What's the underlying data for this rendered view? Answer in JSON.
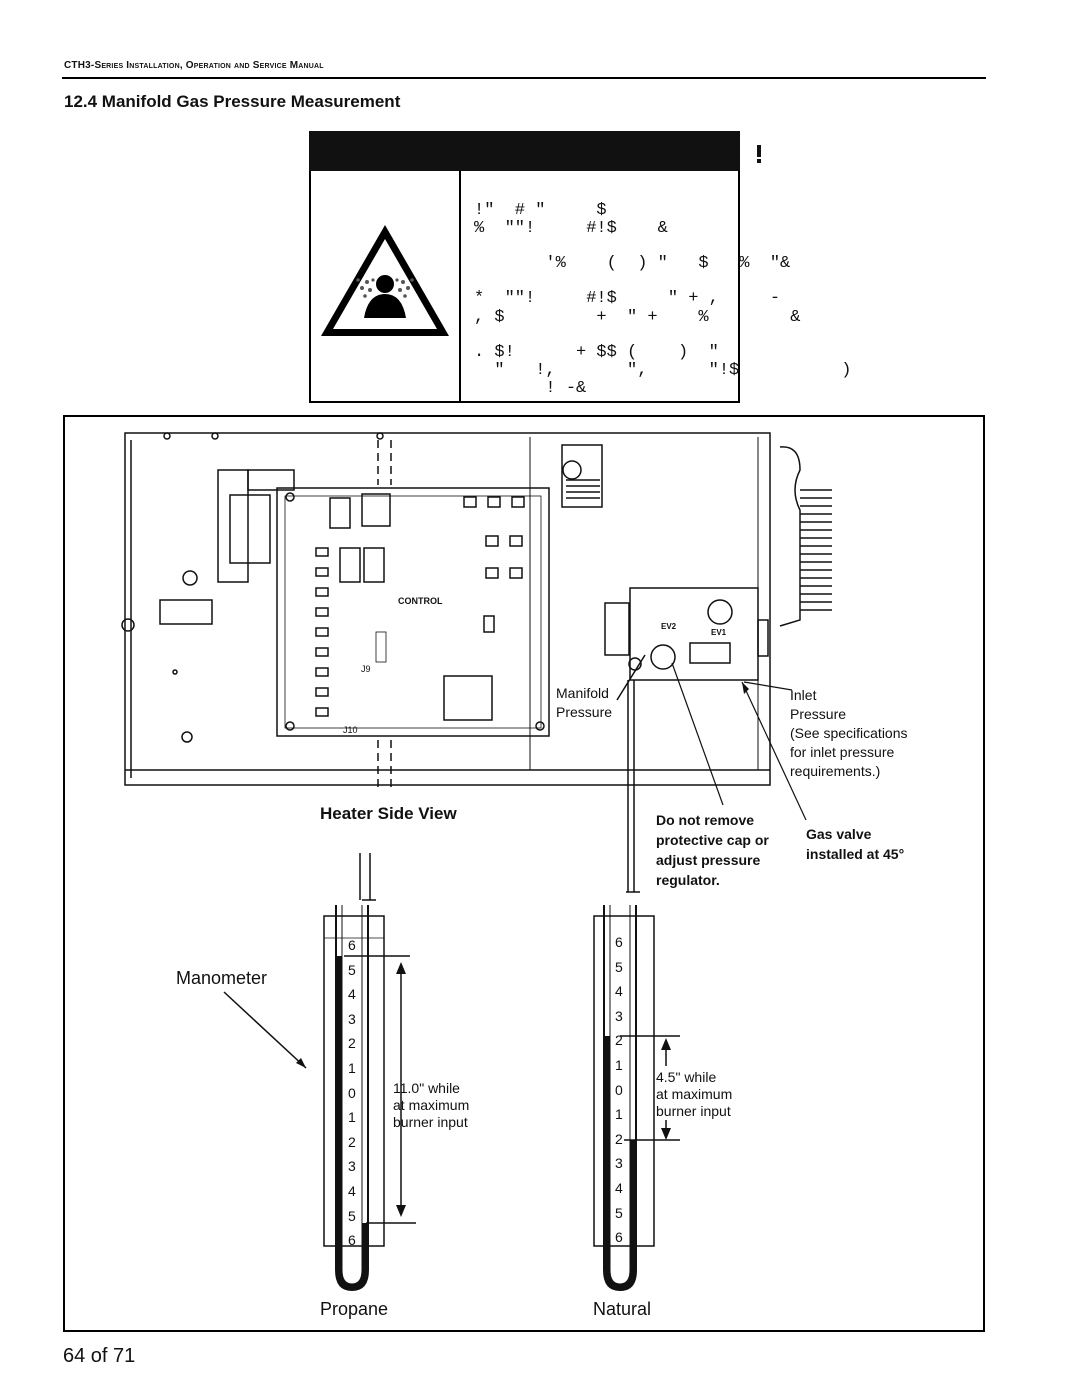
{
  "header": {
    "manual_title": "CTH3-Series Installation, Operation and Service Manual"
  },
  "section": {
    "title": "12.4 Manifold Gas Pressure Measurement"
  },
  "warning": {
    "icon": "warning-triangle-icon",
    "hazard_icon": "breathing-hazard-icon",
    "lines": [
      "!\"  # \"     $",
      "%  \"\"!     #!$    &",
      "       '%    (  ) \"   $   %  \"&",
      "*  \"\"!     #!$     \" + ,     -",
      ", $         +  \" +    %        &",
      ". $!      + $$ (    )  \"",
      "  \"   !,       \",      \"!$          )",
      "       ! -&"
    ]
  },
  "diagram": {
    "control_label": "CONTROL",
    "j9_label": "J9",
    "j10_label": "J10",
    "ev1_label": "EV1",
    "ev2_label": "EV2",
    "manifold_label_1": "Manifold",
    "manifold_label_2": "Pressure",
    "inlet_lines": [
      "Inlet",
      "Pressure",
      "(See specifications",
      "for inlet pressure",
      "requirements.)"
    ],
    "heater_side_view": "Heater Side View",
    "caution_lines": [
      "Do not remove",
      "protective cap or",
      "adjust pressure",
      "regulator."
    ],
    "gas_valve_lines": [
      "Gas valve",
      "installed at 45°"
    ],
    "manometer_label": "Manometer",
    "propane_label": "Propane",
    "natural_label": "Natural",
    "propane_note": [
      "11.0\" while",
      "at maximum",
      "burner input"
    ],
    "natural_note": [
      "4.5\" while",
      "at maximum",
      "burner input"
    ],
    "scale_labels": [
      "6",
      "5",
      "4",
      "3",
      "2",
      "1",
      "0",
      "1",
      "2",
      "3",
      "4",
      "5",
      "6"
    ],
    "propane_reading_in": 11.0,
    "natural_reading_in": 4.5
  },
  "footer": {
    "page": "64 of 71"
  }
}
